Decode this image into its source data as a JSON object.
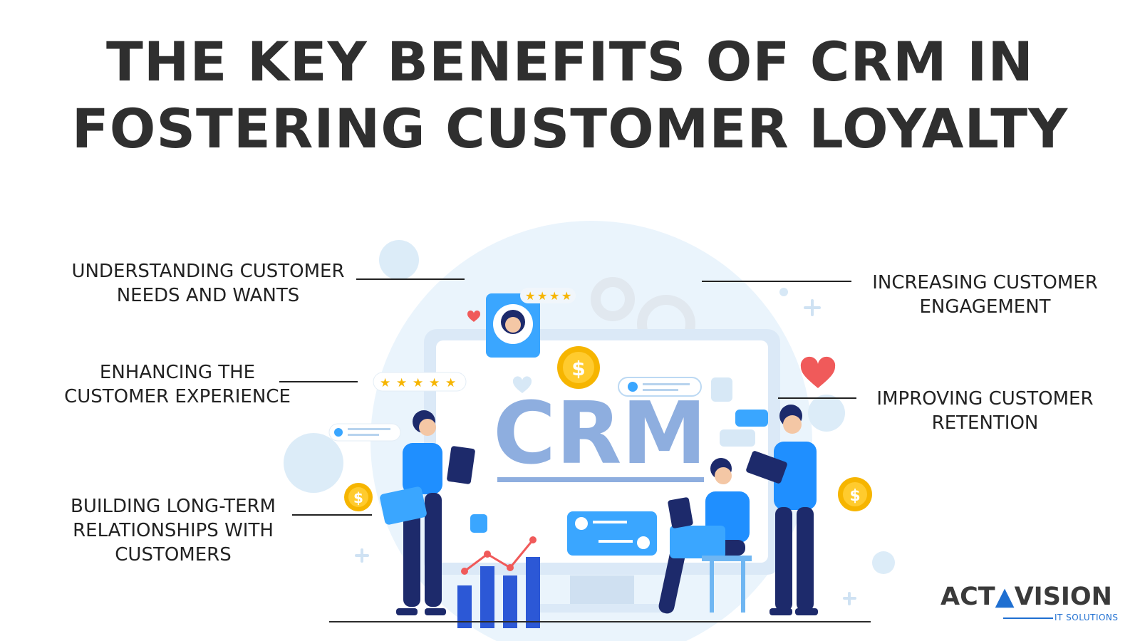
{
  "title": {
    "line1": "THE KEY BENEFITS OF CRM IN",
    "line2": "FOSTERING CUSTOMER LOYALTY"
  },
  "benefits": {
    "understanding": {
      "line1": "UNDERSTANDING CUSTOMER",
      "line2": "NEEDS AND WANTS"
    },
    "enhancing": {
      "line1": "ENHANCING THE",
      "line2": "CUSTOMER EXPERIENCE"
    },
    "building": {
      "line1": "BUILDING LONG-TERM",
      "line2": "RELATIONSHIPS WITH",
      "line3": "CUSTOMERS"
    },
    "engagement": {
      "line1": "INCREASING CUSTOMER",
      "line2": "ENGAGEMENT"
    },
    "retention": {
      "line1": "IMPROVING CUSTOMER",
      "line2": "RETENTION"
    }
  },
  "illustration": {
    "screen_text": "CRM",
    "coin_symbol": "$",
    "rating_stars": 5,
    "colors": {
      "accent": "#1f8fff",
      "crm_text": "#8eaedf",
      "backdrop": "#e9f3fb",
      "navy": "#1d2a6b",
      "gold": "#f6b500",
      "heart": "#f05a5a"
    }
  },
  "logo": {
    "part1": "ACT",
    "part2": "VISION",
    "sub": "IT SOLUTIONS"
  }
}
